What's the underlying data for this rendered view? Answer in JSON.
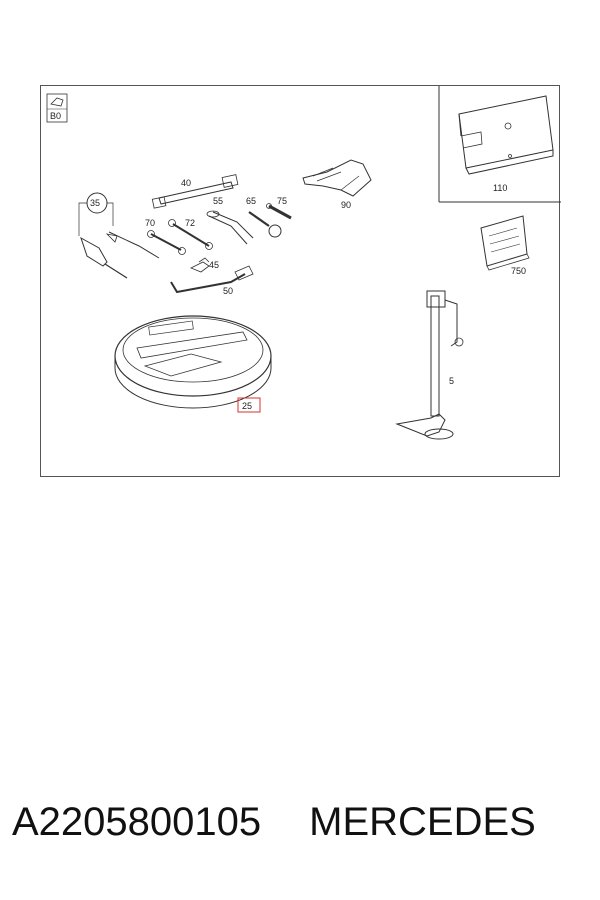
{
  "diagram": {
    "section_code": "B0",
    "labels": {
      "p35": "35",
      "p40": "40",
      "p90": "90",
      "p110": "110",
      "p70": "70",
      "p72": "72",
      "p55": "55",
      "p65": "65",
      "p75": "75",
      "p45": "45",
      "p50": "50",
      "p750": "750",
      "p5": "5",
      "p25": "25"
    },
    "highlighted_part": "25",
    "highlight_color": "#d9302c",
    "line_color": "#333333"
  },
  "caption": {
    "part_number": "A2205800105",
    "brand": "MERCEDES"
  }
}
